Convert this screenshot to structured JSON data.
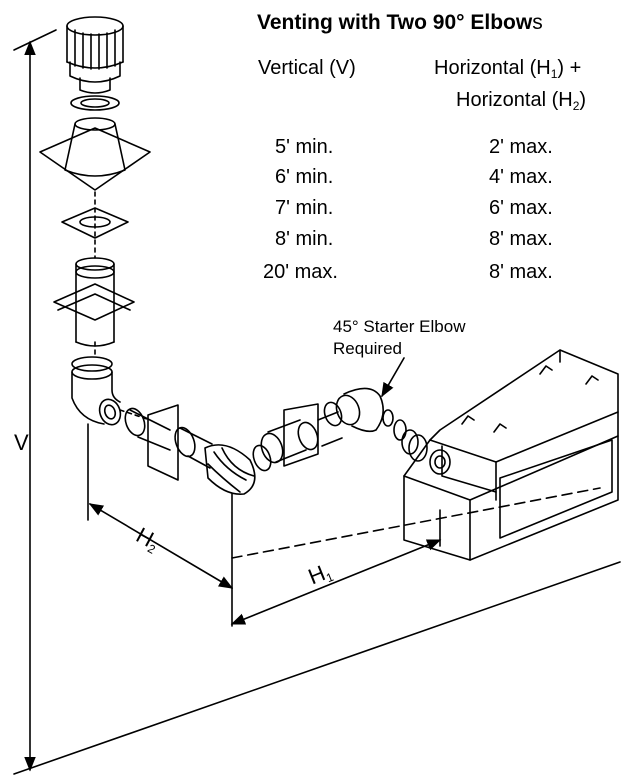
{
  "title": {
    "main": "Venting with Two 90° Elbow",
    "tail": "s"
  },
  "table": {
    "col_vertical_header": "Vertical (V)",
    "col_horizontal_header_1a": "Horizontal (H",
    "col_horizontal_header_1b": "1",
    "col_horizontal_header_1c": ") +",
    "col_horizontal_header_2a": "Horizontal (H",
    "col_horizontal_header_2b": "2",
    "col_horizontal_header_2c": ")",
    "rows": [
      {
        "vertical": "5' min.",
        "horizontal": "2' max."
      },
      {
        "vertical": "6' min.",
        "horizontal": "4' max."
      },
      {
        "vertical": "7' min.",
        "horizontal": "6' max."
      },
      {
        "vertical": "8' min.",
        "horizontal": "8' max."
      },
      {
        "vertical": "20' max.",
        "horizontal": "8' max."
      }
    ]
  },
  "callout": {
    "line1": "45° Starter Elbow",
    "line2": "Required"
  },
  "dimensions": {
    "v_label": "V",
    "h1_label": "H",
    "h1_sub": "1",
    "h2_label": "H",
    "h2_sub": "2"
  }
}
